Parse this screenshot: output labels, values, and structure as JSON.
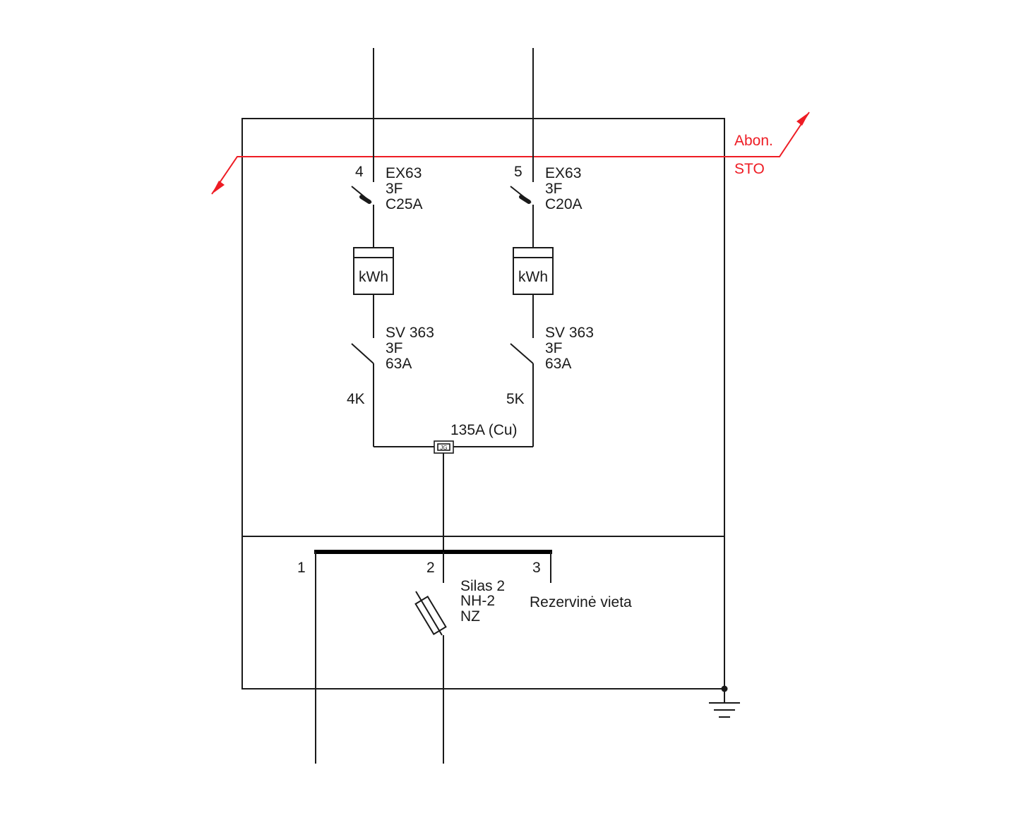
{
  "boundary": {
    "upper": "Abon.",
    "lower": "STO",
    "color": "#ee1c24"
  },
  "feeder_a": {
    "breaker_number": "4",
    "breaker_lines": [
      "EX63",
      "3F",
      "C25A"
    ],
    "meter_label": "kWh",
    "switch_lines": [
      "SV 363",
      "3F",
      "63A"
    ],
    "cable_label": "4K"
  },
  "feeder_b": {
    "breaker_number": "5",
    "breaker_lines": [
      "EX63",
      "3F",
      "C20A"
    ],
    "meter_label": "kWh",
    "switch_lines": [
      "SV 363",
      "3F",
      "63A"
    ],
    "cable_label": "5K"
  },
  "junction": {
    "rating": "135A (Cu)",
    "box_label": "JG"
  },
  "busbar": {
    "outputs": [
      {
        "number": "1"
      },
      {
        "number": "2",
        "lines": [
          "Silas 2",
          "NH-2",
          "NZ"
        ]
      },
      {
        "number": "3",
        "lines": [
          "Rezervinė vieta"
        ]
      }
    ]
  }
}
